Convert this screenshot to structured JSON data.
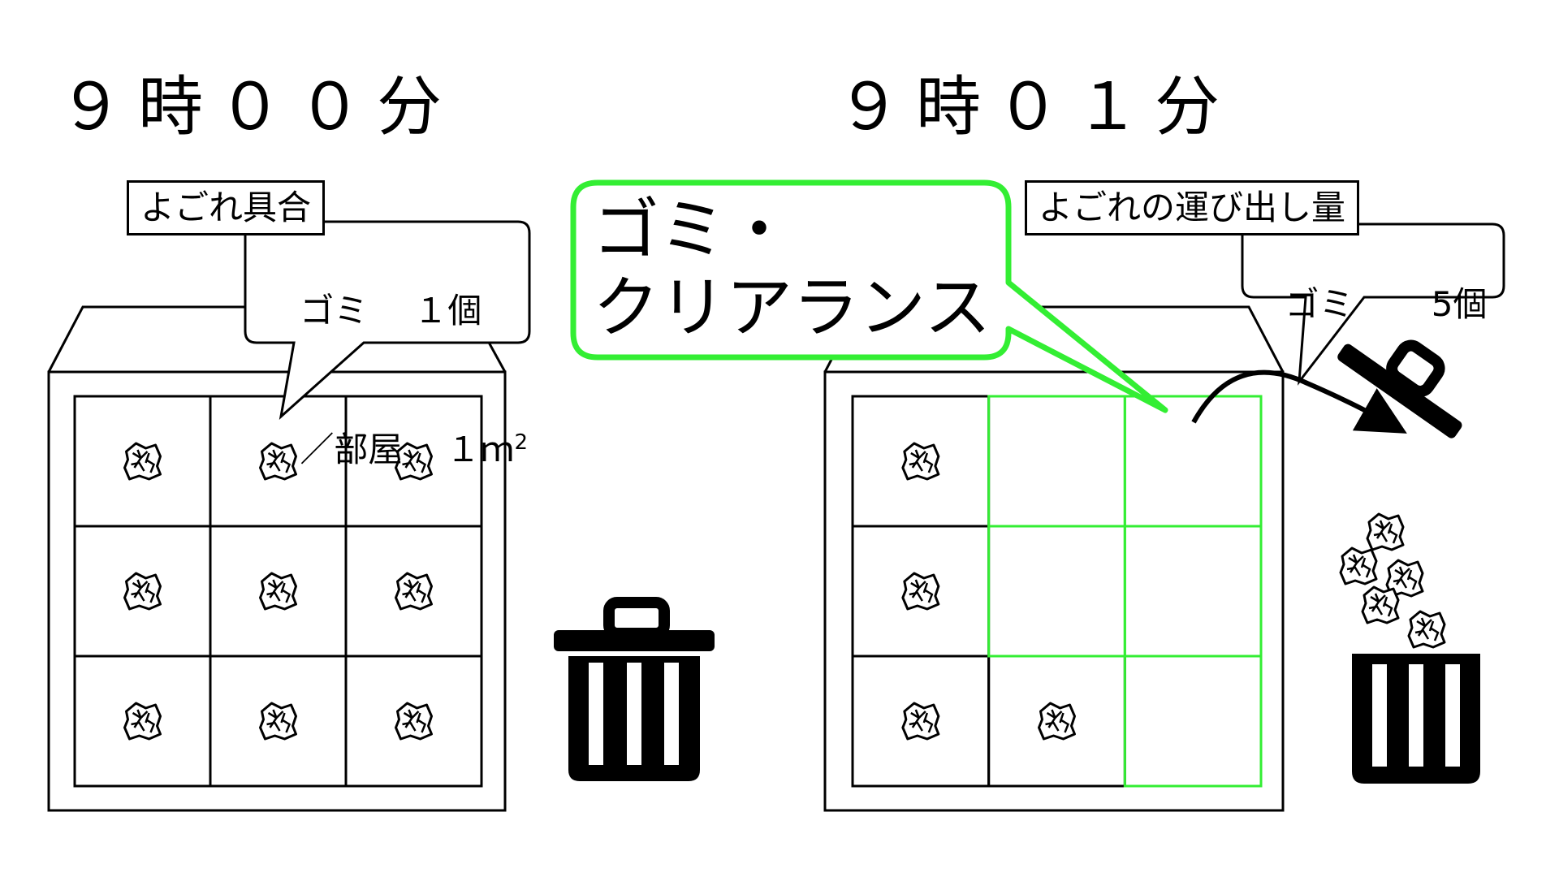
{
  "left_panel": {
    "time": "９時００分",
    "label": "よごれ具合",
    "callout": {
      "line1_name": "ゴミ",
      "line1_value": "１個",
      "line2_name": "／部屋",
      "line2_value": "１ｍ",
      "line2_sup": "2"
    },
    "grid": {
      "rows": 3,
      "cols": 3,
      "trash_cells": [
        [
          0,
          0
        ],
        [
          0,
          1
        ],
        [
          0,
          2
        ],
        [
          1,
          0
        ],
        [
          1,
          1
        ],
        [
          1,
          2
        ],
        [
          2,
          0
        ],
        [
          2,
          1
        ],
        [
          2,
          2
        ]
      ]
    }
  },
  "right_panel": {
    "time": "９時０１分",
    "label": "よごれの運び出し量",
    "callout": {
      "name": "ゴミ",
      "value": "5個"
    },
    "green_callout": {
      "line1": "ゴミ・",
      "line2": "クリアランス"
    },
    "grid": {
      "rows": 3,
      "cols": 3,
      "trash_cells": [
        [
          0,
          0
        ],
        [
          1,
          0
        ],
        [
          2,
          0
        ],
        [
          2,
          1
        ]
      ],
      "cleared_cells": [
        [
          0,
          1
        ],
        [
          0,
          2
        ],
        [
          1,
          1
        ],
        [
          1,
          2
        ],
        [
          2,
          2
        ]
      ]
    }
  },
  "colors": {
    "outline": "#000000",
    "highlight": "#33ee33",
    "background": "#ffffff"
  },
  "icons": [
    "trash-can-icon",
    "crumpled-paper-icon",
    "open-lid-icon",
    "arrow-icon"
  ]
}
